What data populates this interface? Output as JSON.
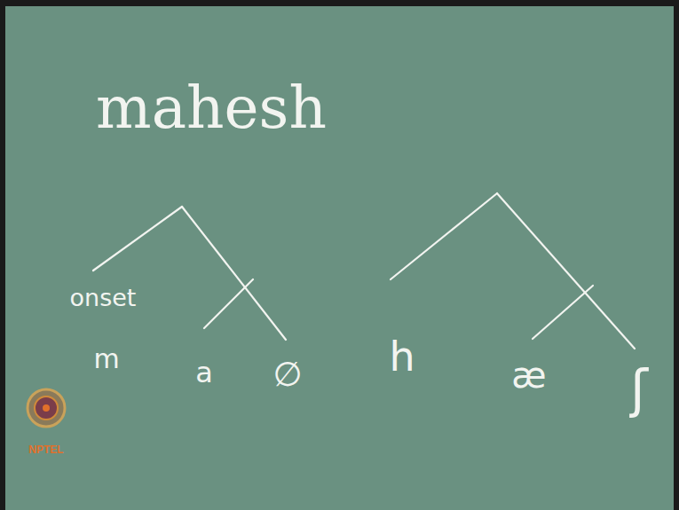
{
  "diagram": {
    "title": "mahesh",
    "labels": [
      "onset",
      "m",
      "a",
      "∅",
      "h",
      "æ",
      "ʃ",
      "NPTEL"
    ]
  }
}
